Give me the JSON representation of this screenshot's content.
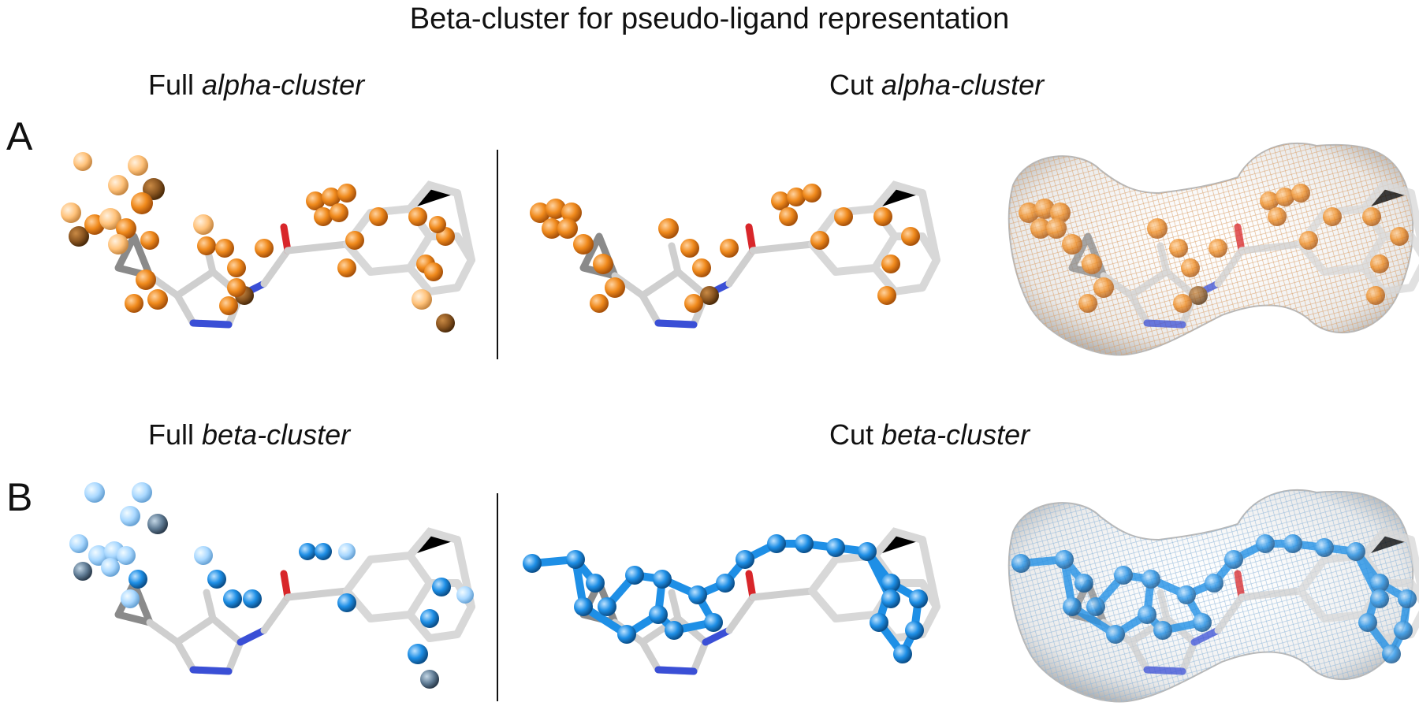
{
  "figure": {
    "title": "Beta-cluster for pseudo-ligand representation"
  },
  "panels": [
    {
      "letter": "A",
      "left_label": {
        "prefix": "Full",
        "emph": "alpha-cluster"
      },
      "right_label": {
        "prefix": "Cut",
        "emph": "alpha-cluster"
      }
    },
    {
      "letter": "B",
      "left_label": {
        "prefix": "Full",
        "emph": "beta-cluster"
      },
      "right_label": {
        "prefix": "Cut",
        "emph": "beta-cluster"
      }
    }
  ],
  "colors": {
    "alpha_sphere": "#f08a1c",
    "alpha_sphere_light": "#ffc27a",
    "beta_sphere": "#1e8fe6",
    "beta_sphere_light": "#a9d8ff",
    "ligand_stick": "#cfcfcf",
    "nitrogen": "#3a4fd6",
    "oxygen": "#d8262a",
    "surface": "#e6e6e6"
  }
}
